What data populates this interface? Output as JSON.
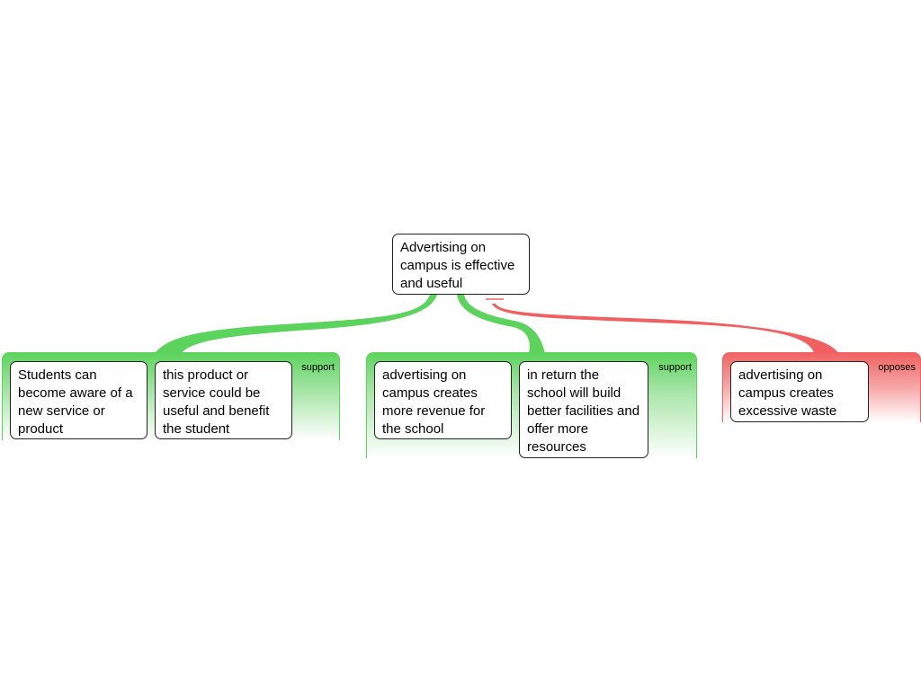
{
  "colors": {
    "support": "#5cd35c",
    "opposes": "#f06060"
  },
  "claim": {
    "text": "Advertising on campus is effective and useful"
  },
  "reasons": [
    {
      "type": "support",
      "label": "support",
      "premises": [
        "Students can become aware of a new service or product",
        "this product or service could be useful and benefit the student"
      ]
    },
    {
      "type": "support",
      "label": "support",
      "premises": [
        "advertising on campus creates more revenue for the school",
        "in return the school will build better facilities and offer more resources"
      ]
    },
    {
      "type": "opposes",
      "label": "opposes",
      "premises": [
        "advertising on campus creates excessive waste"
      ]
    }
  ]
}
